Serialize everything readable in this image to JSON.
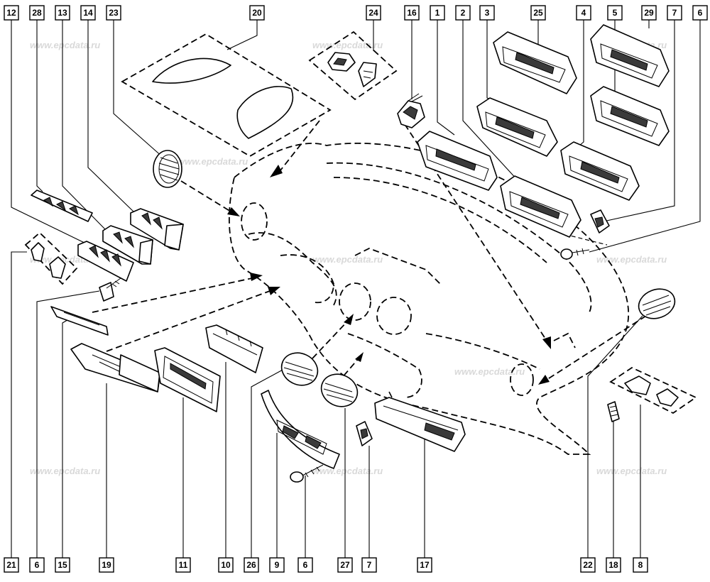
{
  "watermark": "www.epcdata.ru",
  "callouts_top": [
    "12",
    "28",
    "13",
    "14",
    "23",
    "20",
    "24",
    "16",
    "1",
    "2",
    "3",
    "25",
    "4",
    "5",
    "29",
    "7",
    "6"
  ],
  "callouts_bottom": [
    "21",
    "6",
    "15",
    "19",
    "11",
    "10",
    "26",
    "9",
    "6",
    "27",
    "7",
    "17",
    "22",
    "18",
    "8"
  ]
}
